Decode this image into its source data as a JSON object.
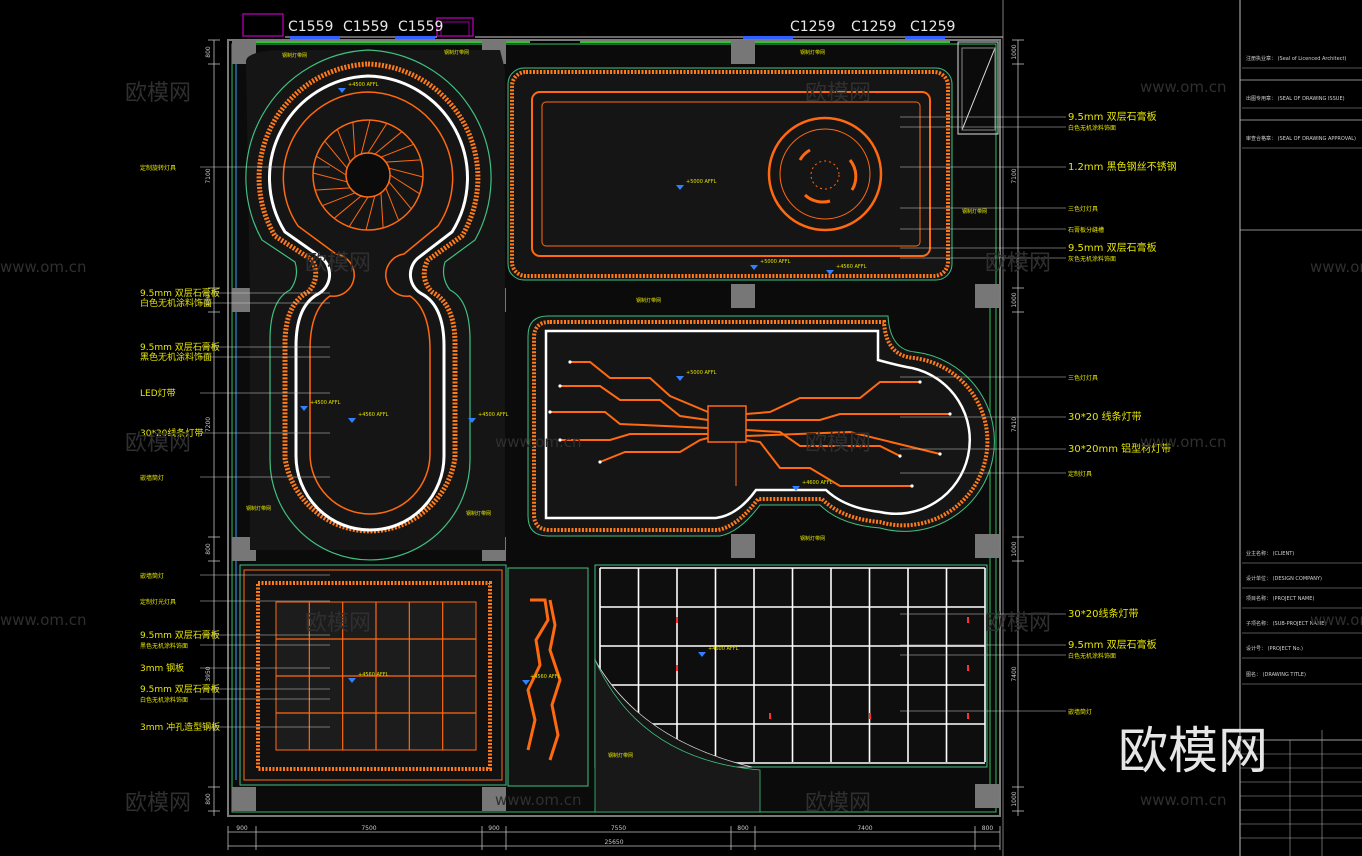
{
  "windows": {
    "left_code": "C1559",
    "right_code": "C1259"
  },
  "annotations": {
    "left": [
      {
        "text": "定制旋转灯具"
      },
      {
        "text": "9.5mm 双层石膏板"
      },
      {
        "text": "白色无机涂料饰面"
      },
      {
        "text": "9.5mm 双层石膏板"
      },
      {
        "text": "黑色无机涂料饰面"
      },
      {
        "text": "LED灯带"
      },
      {
        "text": "30*20线条灯带"
      },
      {
        "text": "嵌墙筒灯"
      },
      {
        "text": "嵌墙筒灯"
      },
      {
        "text": "定制灯光灯具"
      },
      {
        "text": "9.5mm 双层石膏板"
      },
      {
        "text": "黑色无机涂料饰面"
      },
      {
        "text": "3mm 钢板"
      },
      {
        "text": "9.5mm 双层石膏板"
      },
      {
        "text": "白色无机涂料饰面"
      },
      {
        "text": "3mm 冲孔造型钢板"
      }
    ],
    "right": [
      {
        "text": "9.5mm 双层石膏板"
      },
      {
        "text": "白色无机涂料饰面"
      },
      {
        "text": "1.2mm 黑色钢丝不锈钢"
      },
      {
        "text": "三色灯灯具"
      },
      {
        "text": "石膏板分缝槽"
      },
      {
        "text": "9.5mm 双层石膏板"
      },
      {
        "text": "灰色无机涂料饰面"
      },
      {
        "text": "三色灯灯具"
      },
      {
        "text": "30*20 线条灯带"
      },
      {
        "text": "30*20mm 铝型材灯带"
      },
      {
        "text": "定制灯具"
      },
      {
        "text": "30*20线条灯带"
      },
      {
        "text": "9.5mm 双层石膏板"
      },
      {
        "text": "白色无机涂料饰面"
      },
      {
        "text": "嵌墙筒灯"
      }
    ]
  },
  "levels": {
    "affl": "+4500 AFFL",
    "affl2": "+4560 AFFL",
    "affl3": "+5000 AFFL",
    "affl4": "+4600 AFFL"
  },
  "dimensions": {
    "bottom": [
      "900",
      "7500",
      "900",
      "7550",
      "800",
      "7400",
      "800"
    ],
    "total": "25650",
    "left": [
      "800",
      "7100",
      "800",
      "7200",
      "800",
      "3950",
      "800"
    ],
    "right": [
      "1000",
      "7100",
      "1000",
      "7410",
      "1000",
      "7400",
      "1000"
    ]
  },
  "room_labels": {
    "steel_lamp": "钢制灯带网"
  },
  "title_block": {
    "rows": [
      "注册执业章： (Seal of Licenced Architect)",
      "出图专用章： (SEAL OF DRAWING ISSUE)",
      "审查合格章： (SEAL OF DRAWING APPROVAL)",
      "业主名称： (CLIENT)",
      "设计单位： (DESIGN COMPANY)",
      "项目名称： (PROJECT NAME)",
      "子项名称： (SUB-PROJECT NAME)",
      "设计号： (PROJECT No.)",
      "图名： (DRAWING TITLE)"
    ]
  },
  "watermark": {
    "logo": "欧模网",
    "url": "www.om.cn"
  }
}
